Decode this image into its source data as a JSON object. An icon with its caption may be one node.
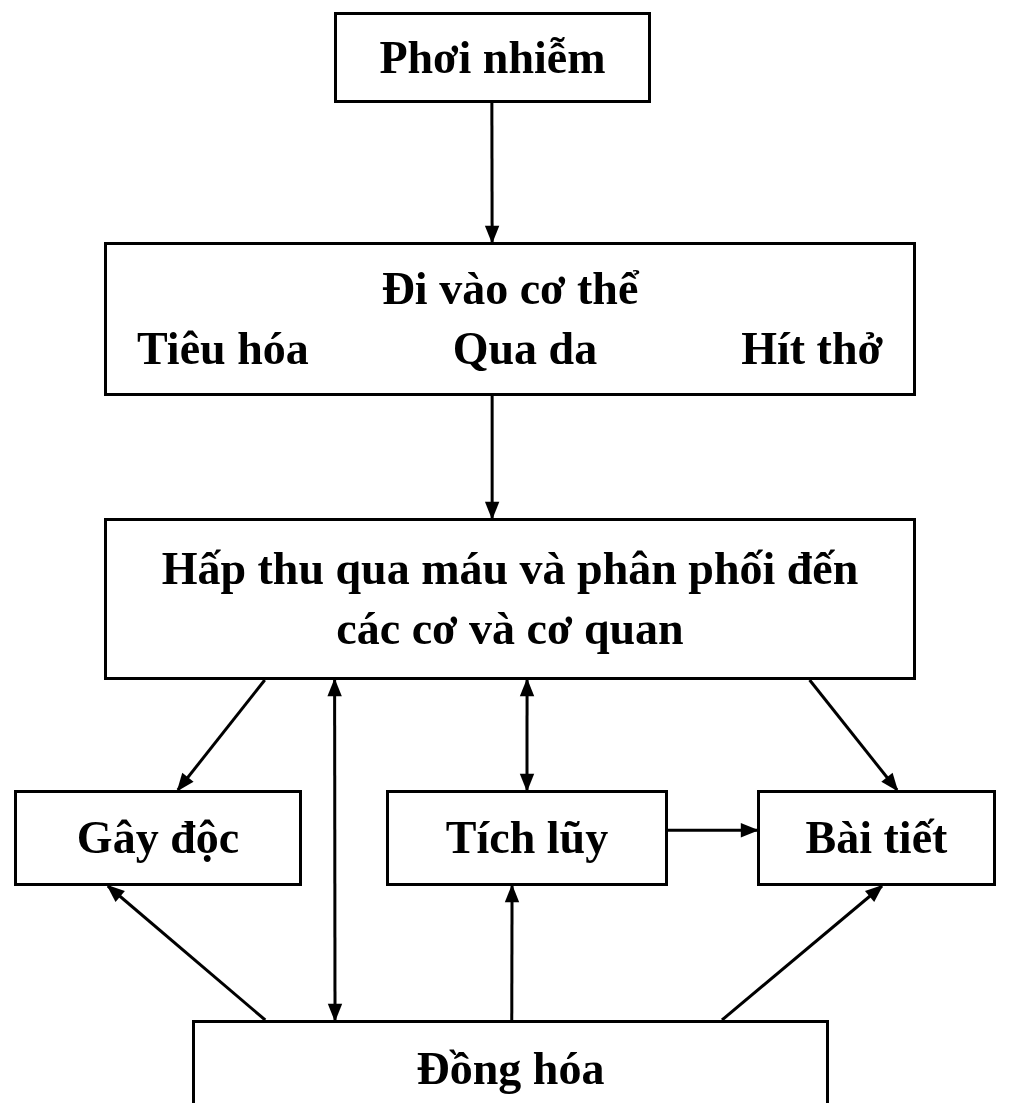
{
  "diagram": {
    "nodes": [
      {
        "text": [
          "Phơi nhiễm"
        ]
      },
      {
        "text": [
          "Đi vào cơ thể",
          "Tiêu hóa",
          "Qua da",
          "Hít thở"
        ]
      },
      {
        "text": [
          "Hấp thu qua máu và phân phối đến các cơ và cơ quan"
        ]
      },
      {
        "text": [
          "Gây độc"
        ]
      },
      {
        "text": [
          "Tích lũy"
        ]
      },
      {
        "text": [
          "Bài tiết"
        ]
      },
      {
        "text": [
          "Đồng hóa"
        ]
      }
    ],
    "edges": [
      {
        "from": 0,
        "to": 1,
        "arrow": "to"
      },
      {
        "from": 1,
        "to": 2,
        "arrow": "to"
      },
      {
        "from": 2,
        "to": 3,
        "arrow": "to"
      },
      {
        "from": 2,
        "to": 6,
        "arrow": "both"
      },
      {
        "from": 2,
        "to": 4,
        "arrow": "both"
      },
      {
        "from": 2,
        "to": 5,
        "arrow": "to"
      },
      {
        "from": 4,
        "to": 5,
        "arrow": "to"
      },
      {
        "from": 6,
        "to": 3,
        "arrow": "to"
      },
      {
        "from": 6,
        "to": 4,
        "arrow": "to"
      },
      {
        "from": 6,
        "to": 5,
        "arrow": "to"
      }
    ]
  }
}
